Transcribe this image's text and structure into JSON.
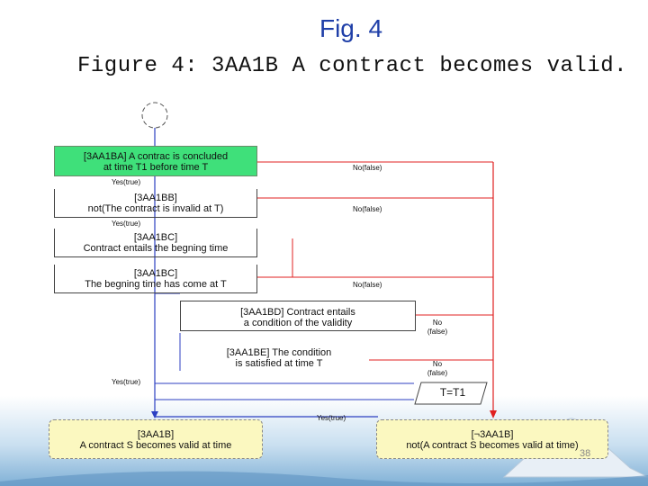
{
  "slide": {
    "title": "Fig. 4",
    "subtitle": "Figure 4: 3AA1B A contract becomes valid.",
    "page_number": "38"
  },
  "boxes": {
    "ba": {
      "line1": "[3AA1BA] A contrac is concluded",
      "line2": "at time T1 before time T"
    },
    "bb": {
      "line1": "[3AA1BB]",
      "line2": "not(The contract is invalid at T)"
    },
    "bc1": {
      "line1": "[3AA1BC]",
      "line2": "Contract entails the begning time"
    },
    "bc2": {
      "line1": "[3AA1BC]",
      "line2": "The begning time has come at T"
    },
    "bd": {
      "line1": "[3AA1BD] Contract entails",
      "line2": "a condition of the validity"
    },
    "be": {
      "line1": "[3AA1BE] The condition",
      "line2": "is satisfied at time T"
    },
    "t": {
      "label": "T=T1"
    },
    "result": {
      "line1": "[3AA1B]",
      "line2": "A contract S becomes valid at time"
    },
    "negresult": {
      "line1": "[¬3AA1B]",
      "line2": "not(A contract S becomes valid at time)"
    }
  },
  "labels": {
    "yes": "Yes(true)",
    "no": "No(false)",
    "no_short": "No",
    "false_paren": "(false)"
  },
  "colors": {
    "blue_line": "#2c3fc2",
    "red_line": "#e02020",
    "green_box": "#3fe07a",
    "yellow_box": "#fbf8c0"
  }
}
